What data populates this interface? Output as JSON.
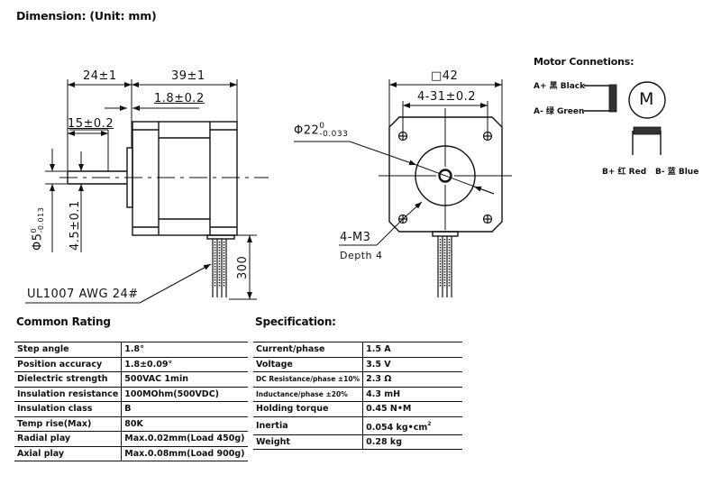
{
  "title": "Dimension: (Unit: mm)",
  "side_view": {
    "dim_front_length": "24±1",
    "dim_body_length": "39±1",
    "dim_flange": "1.8±0.2",
    "dim_shaft_flat": "15±0.2",
    "dim_shaft_dia_main": "Φ5",
    "dim_shaft_dia_upper": "0",
    "dim_shaft_dia_lower": "-0.013",
    "dim_flat_depth": "4.5±0.1",
    "dim_lead_length": "300",
    "lead_wire_label": "UL1007 AWG 24#"
  },
  "front_view": {
    "dim_square": "□42",
    "dim_hole_spacing": "4-31±0.2",
    "dim_boss_main": "Φ22",
    "dim_boss_upper": "0",
    "dim_boss_lower": "-0.033",
    "hole_label": "4-M3",
    "hole_depth": "Depth 4"
  },
  "motor_connections": {
    "title": "Motor Connetions:",
    "motor_symbol": "M",
    "wires": [
      {
        "label": "A+ 黑 Black"
      },
      {
        "label": "A- 绿 Green"
      },
      {
        "label": "B+ 红 Red"
      },
      {
        "label": "B- 蓝 Blue"
      }
    ]
  },
  "common_rating": {
    "title": "Common Rating",
    "rows": [
      {
        "key": "Step angle",
        "value": "1.8°"
      },
      {
        "key": "Position accuracy",
        "value": "1.8±0.09°"
      },
      {
        "key": "Dielectric strength",
        "value": "500VAC 1min"
      },
      {
        "key": "Insulation resistance",
        "value": "100MOhm(500VDC)"
      },
      {
        "key": "Insulation class",
        "value": "B"
      },
      {
        "key": "Temp rise(Max)",
        "value": "80K"
      },
      {
        "key": "Radial play",
        "value": "Max.0.02mm(Load 450g)"
      },
      {
        "key": "Axial play",
        "value": "Max.0.08mm(Load 900g)"
      }
    ]
  },
  "specification": {
    "title": "Specification:",
    "rows": [
      {
        "key": "Current/phase",
        "value": "1.5 A"
      },
      {
        "key": "Voltage",
        "value": "3.5 V"
      },
      {
        "key": "DC Resistance/phase ±10%",
        "value": "2.3 Ω"
      },
      {
        "key": "Inductance/phase ±20%",
        "value": "4.3 mH"
      },
      {
        "key": "Holding torque",
        "value": "0.45 N•M"
      },
      {
        "key": "Inertia",
        "value": "0.054 kg•cm",
        "value_sup": "2"
      },
      {
        "key": "Weight",
        "value": "0.28 kg"
      }
    ]
  }
}
